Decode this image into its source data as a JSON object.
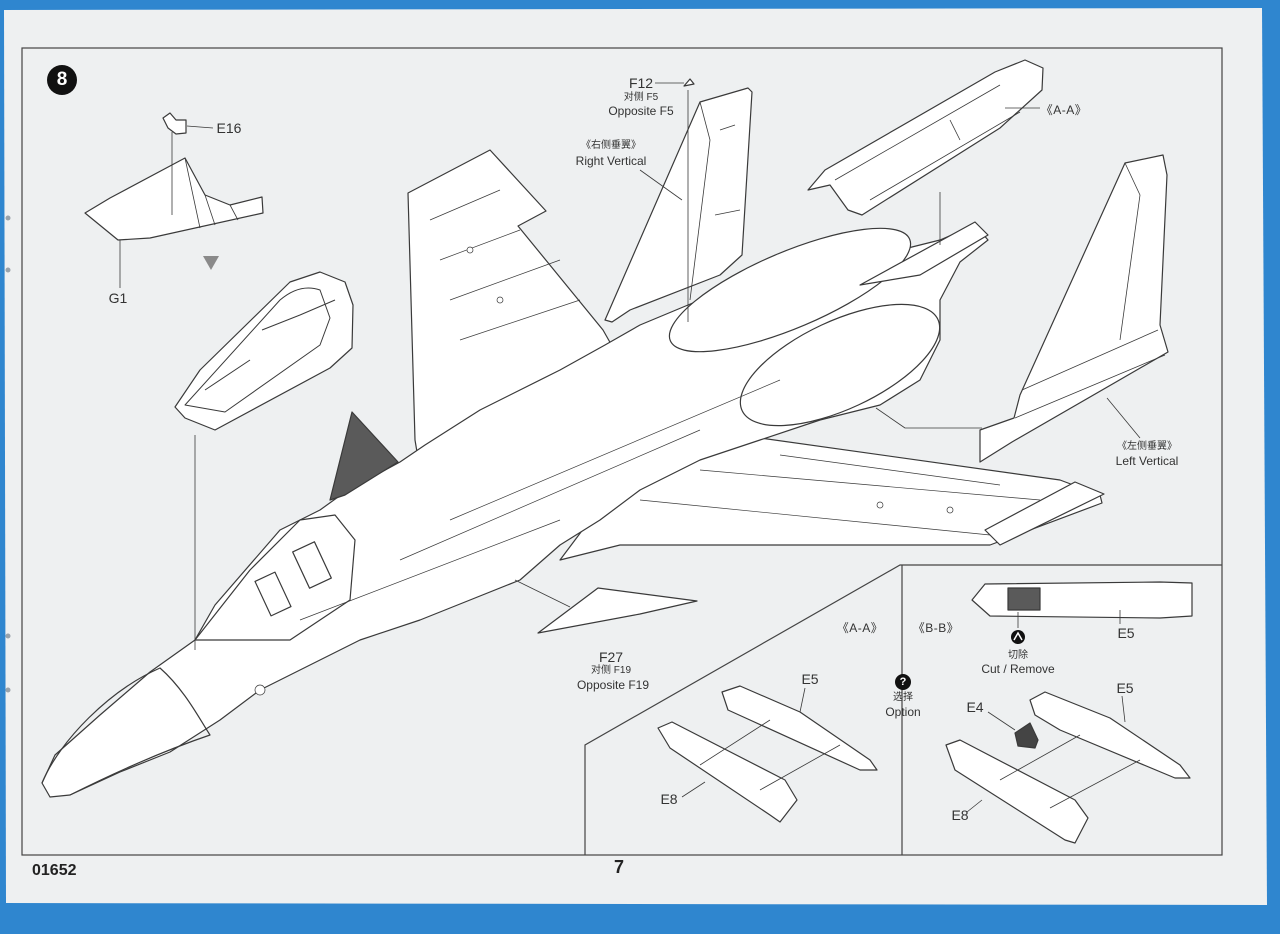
{
  "colors": {
    "background": "#2f86cf",
    "paper": "#eef0f1",
    "ink": "#333333",
    "part_shading": "#5a5a5a"
  },
  "sheet": {
    "code": "01652",
    "page": "7"
  },
  "step": {
    "number": "8"
  },
  "main_view": {
    "canopy_clip": {
      "part": "E16"
    },
    "canopy_cover": {
      "part": "G1"
    },
    "antenna": {
      "part": "F12",
      "opposite_cn": "对侧 F5",
      "opposite_en": "Opposite F5"
    },
    "right_vertical": {
      "cn": "《右侧垂翼》",
      "en": "Right Vertical"
    },
    "section_ref": "《A-A》",
    "left_vertical": {
      "cn": "《左侧垂翼》",
      "en": "Left Vertical"
    },
    "ventral_fin": {
      "part": "F27",
      "opposite_cn": "对侧 F19",
      "opposite_en": "Opposite F19"
    }
  },
  "detail_aa": {
    "title": "《A-A》",
    "e5": "E5",
    "e8": "E8"
  },
  "option": {
    "glyph": "?",
    "cn": "选择",
    "en": "Option",
    "icon": "question-circle-icon"
  },
  "detail_bb": {
    "title": "《B-B》",
    "cut": {
      "part": "E5",
      "cn": "切除",
      "en": "Cut / Remove",
      "icon": "cut-icon"
    },
    "e4": "E4",
    "e5": "E5",
    "e8": "E8"
  }
}
